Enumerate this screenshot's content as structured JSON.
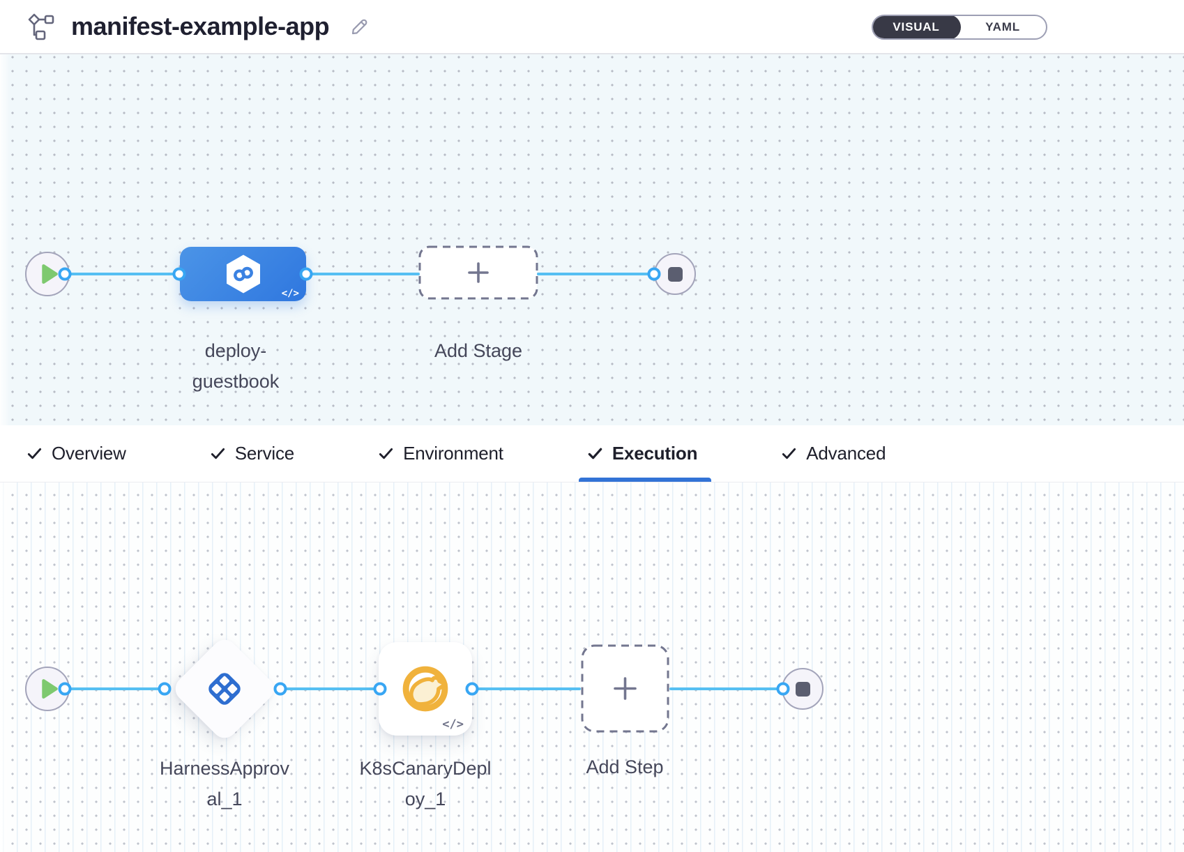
{
  "header": {
    "title": "manifest-example-app",
    "icons": {
      "app": "pipeline-graph-icon",
      "edit": "pencil-icon"
    },
    "view_toggle": {
      "options": [
        "VISUAL",
        "YAML"
      ],
      "selected": "VISUAL"
    }
  },
  "stage_canvas": {
    "start_node": "play",
    "end_node": "stop",
    "stage": {
      "name": "deploy-guestbook",
      "label_lines": [
        "deploy-",
        "guestbook"
      ],
      "icon": "cd-hexagon-infinity-icon",
      "code_badge": "</>"
    },
    "add_stage": {
      "label": "Add Stage",
      "icon": "plus-icon"
    }
  },
  "tabs": [
    {
      "label": "Overview",
      "checked": true,
      "active": false
    },
    {
      "label": "Service",
      "checked": true,
      "active": false
    },
    {
      "label": "Environment",
      "checked": true,
      "active": false
    },
    {
      "label": "Execution",
      "checked": true,
      "active": true
    },
    {
      "label": "Advanced",
      "checked": true,
      "active": false
    }
  ],
  "execution_canvas": {
    "steps": [
      {
        "name": "HarnessApproval_1",
        "label_lines": [
          "HarnessApprov",
          "al_1"
        ],
        "shape": "diamond",
        "icon": "approval-grid-icon"
      },
      {
        "name": "K8sCanaryDeploy_1",
        "label_lines": [
          "K8sCanaryDepl",
          "oy_1"
        ],
        "shape": "rounded-square",
        "icon": "canary-bird-icon",
        "code_badge": "</>"
      }
    ],
    "add_step": {
      "label": "Add Step",
      "icon": "plus-icon"
    }
  },
  "colors": {
    "edge_blue": "#56bff2",
    "port_blue": "#38a6f3",
    "stage_gradient_start": "#4b94e7",
    "stage_gradient_end": "#2f77df",
    "approval_blue": "#2e6ed0",
    "canary_amber": "#f0b23c",
    "play_green": "#7ec96f",
    "toggle_dark": "#383946",
    "tab_underline": "#3273d6"
  }
}
